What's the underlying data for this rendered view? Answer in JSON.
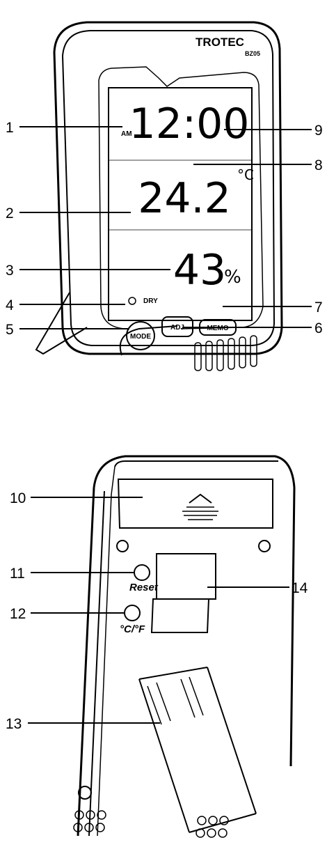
{
  "brand": {
    "name": "TROTEC",
    "model": "BZ05"
  },
  "display": {
    "time": "12:00",
    "am": "AM",
    "temperature": "24.2",
    "temp_unit": "°C",
    "humidity": "43",
    "hum_unit": "%",
    "comfort": "DRY"
  },
  "buttons": {
    "mode": "MODE",
    "adj": "ADJ",
    "memo": "MEMO"
  },
  "back": {
    "reset": "Reset",
    "unit_toggle": "°C/°F"
  },
  "callouts": [
    "1",
    "2",
    "3",
    "4",
    "5",
    "6",
    "7",
    "8",
    "9",
    "10",
    "11",
    "12",
    "13",
    "14"
  ]
}
